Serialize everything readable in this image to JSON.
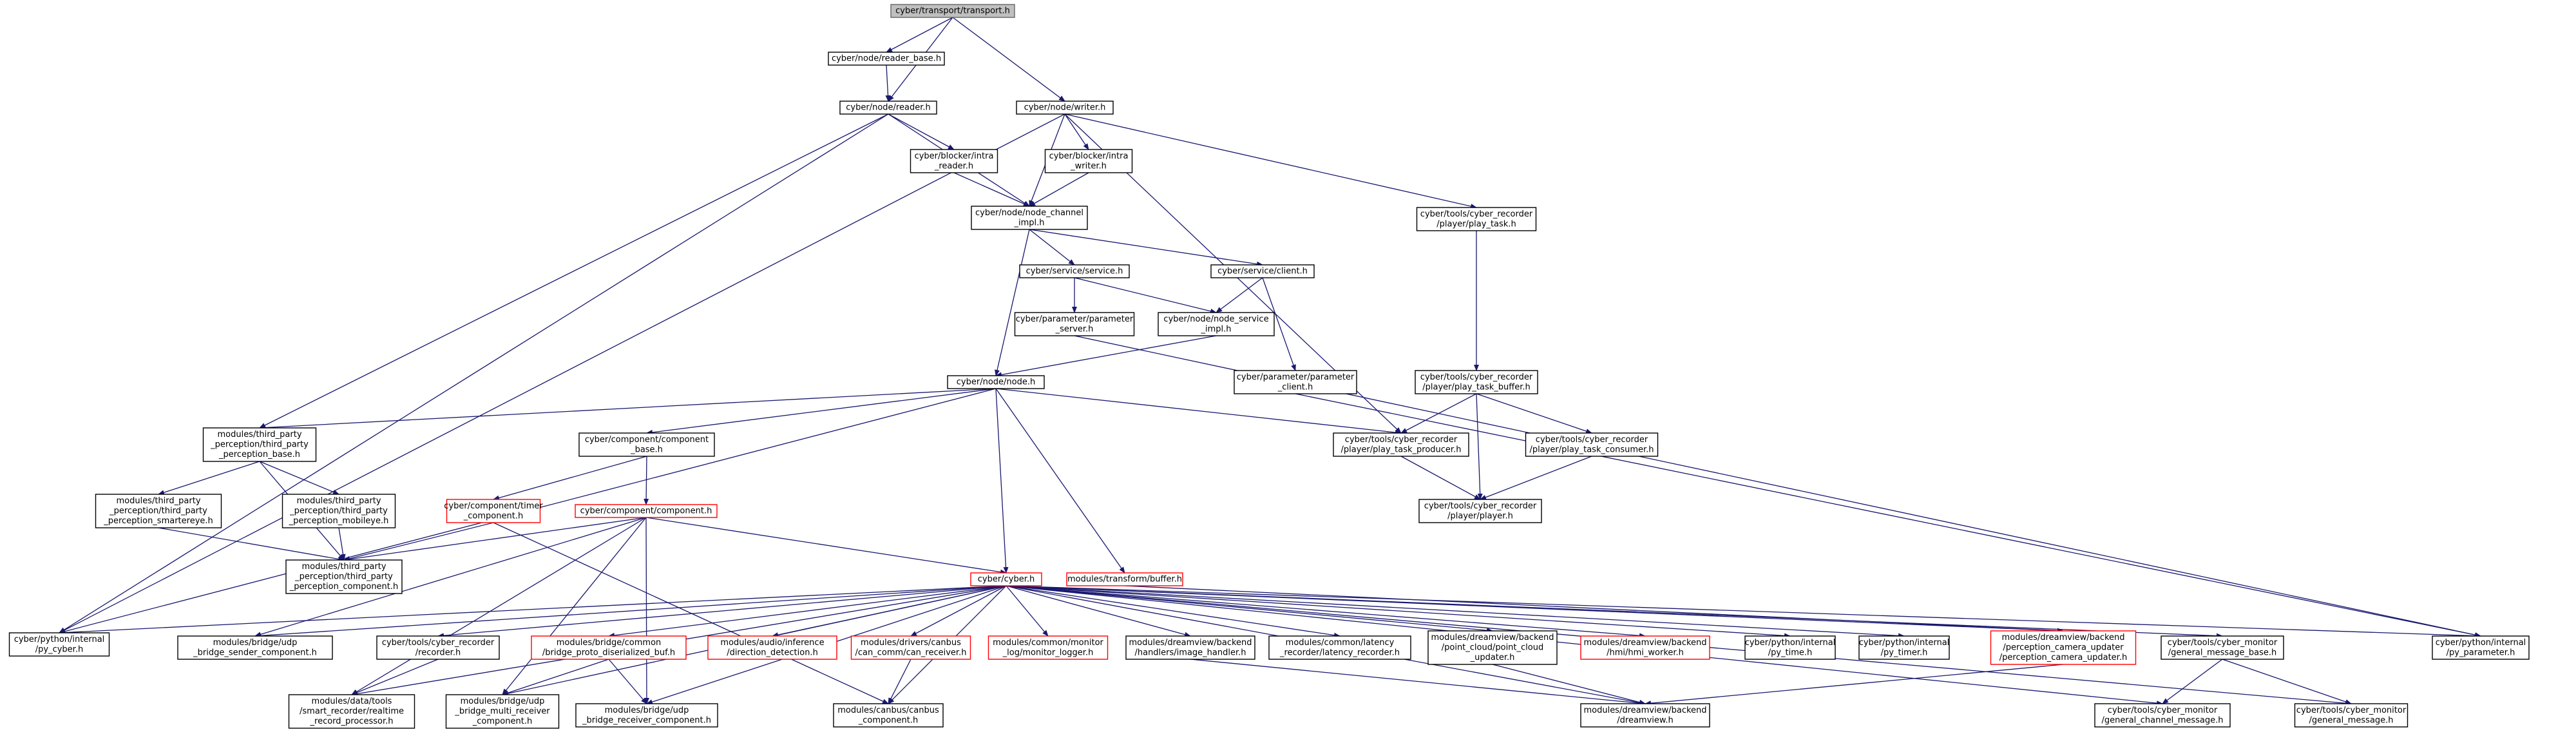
{
  "diagram": {
    "nodes": [
      {
        "id": "transport",
        "lines": [
          "cyber/transport/transport.h"
        ],
        "style": "root"
      },
      {
        "id": "reader_base",
        "lines": [
          "cyber/node/reader_base.h"
        ],
        "style": "normal"
      },
      {
        "id": "reader",
        "lines": [
          "cyber/node/reader.h"
        ],
        "style": "normal"
      },
      {
        "id": "writer",
        "lines": [
          "cyber/node/writer.h"
        ],
        "style": "normal"
      },
      {
        "id": "intra_reader",
        "lines": [
          "cyber/blocker/intra",
          "_reader.h"
        ],
        "style": "normal"
      },
      {
        "id": "intra_writer",
        "lines": [
          "cyber/blocker/intra",
          "_writer.h"
        ],
        "style": "normal"
      },
      {
        "id": "play_task",
        "lines": [
          "cyber/tools/cyber_recorder",
          "/player/play_task.h"
        ],
        "style": "normal"
      },
      {
        "id": "node_channel_impl",
        "lines": [
          "cyber/node/node_channel",
          "_impl.h"
        ],
        "style": "normal"
      },
      {
        "id": "service",
        "lines": [
          "cyber/service/service.h"
        ],
        "style": "normal"
      },
      {
        "id": "client",
        "lines": [
          "cyber/service/client.h"
        ],
        "style": "normal"
      },
      {
        "id": "param_server",
        "lines": [
          "cyber/parameter/parameter",
          "_server.h"
        ],
        "style": "normal"
      },
      {
        "id": "node_service_impl",
        "lines": [
          "cyber/node/node_service",
          "_impl.h"
        ],
        "style": "normal"
      },
      {
        "id": "param_client",
        "lines": [
          "cyber/parameter/parameter",
          "_client.h"
        ],
        "style": "normal"
      },
      {
        "id": "play_task_buffer",
        "lines": [
          "cyber/tools/cyber_recorder",
          "/player/play_task_buffer.h"
        ],
        "style": "normal"
      },
      {
        "id": "node",
        "lines": [
          "cyber/node/node.h"
        ],
        "style": "normal"
      },
      {
        "id": "tp_base",
        "lines": [
          "modules/third_party",
          "_perception/third_party",
          "_perception_base.h"
        ],
        "style": "normal"
      },
      {
        "id": "comp_base",
        "lines": [
          "cyber/component/component",
          "_base.h"
        ],
        "style": "normal"
      },
      {
        "id": "play_task_producer",
        "lines": [
          "cyber/tools/cyber_recorder",
          "/player/play_task_producer.h"
        ],
        "style": "normal"
      },
      {
        "id": "play_task_consumer",
        "lines": [
          "cyber/tools/cyber_recorder",
          "/player/play_task_consumer.h"
        ],
        "style": "normal"
      },
      {
        "id": "tp_smartereye",
        "lines": [
          "modules/third_party",
          "_perception/third_party",
          "_perception_smartereye.h"
        ],
        "style": "normal"
      },
      {
        "id": "tp_mobileye",
        "lines": [
          "modules/third_party",
          "_perception/third_party",
          "_perception_mobileye.h"
        ],
        "style": "normal"
      },
      {
        "id": "timer_component",
        "lines": [
          "cyber/component/timer",
          "_component.h"
        ],
        "style": "red"
      },
      {
        "id": "component",
        "lines": [
          "cyber/component/component.h"
        ],
        "style": "red"
      },
      {
        "id": "player",
        "lines": [
          "cyber/tools/cyber_recorder",
          "/player/player.h"
        ],
        "style": "normal"
      },
      {
        "id": "tp_component",
        "lines": [
          "modules/third_party",
          "_perception/third_party",
          "_perception_component.h"
        ],
        "style": "normal"
      },
      {
        "id": "cyber",
        "lines": [
          "cyber/cyber.h"
        ],
        "style": "red"
      },
      {
        "id": "transform_buffer",
        "lines": [
          "modules/transform/buffer.h"
        ],
        "style": "red"
      },
      {
        "id": "py_cyber",
        "lines": [
          "cyber/python/internal",
          "/py_cyber.h"
        ],
        "style": "normal"
      },
      {
        "id": "bridge_sender",
        "lines": [
          "modules/bridge/udp",
          "_bridge_sender_component.h"
        ],
        "style": "normal"
      },
      {
        "id": "recorder",
        "lines": [
          "cyber/tools/cyber_recorder",
          "/recorder.h"
        ],
        "style": "normal"
      },
      {
        "id": "proto_buf",
        "lines": [
          "modules/bridge/common",
          "/bridge_proto_diserialized_buf.h"
        ],
        "style": "red"
      },
      {
        "id": "direction_detection",
        "lines": [
          "modules/audio/inference",
          "/direction_detection.h"
        ],
        "style": "red"
      },
      {
        "id": "can_receiver",
        "lines": [
          "modules/drivers/canbus",
          "/can_comm/can_receiver.h"
        ],
        "style": "red"
      },
      {
        "id": "monitor_logger",
        "lines": [
          "modules/common/monitor",
          "_log/monitor_logger.h"
        ],
        "style": "red"
      },
      {
        "id": "image_handler",
        "lines": [
          "modules/dreamview/backend",
          "/handlers/image_handler.h"
        ],
        "style": "normal"
      },
      {
        "id": "latency_recorder",
        "lines": [
          "modules/common/latency",
          "_recorder/latency_recorder.h"
        ],
        "style": "normal"
      },
      {
        "id": "point_cloud_updater",
        "lines": [
          "modules/dreamview/backend",
          "/point_cloud/point_cloud",
          "_updater.h"
        ],
        "style": "normal"
      },
      {
        "id": "hmi_worker",
        "lines": [
          "modules/dreamview/backend",
          "/hmi/hmi_worker.h"
        ],
        "style": "red"
      },
      {
        "id": "py_time",
        "lines": [
          "cyber/python/internal",
          "/py_time.h"
        ],
        "style": "normal"
      },
      {
        "id": "py_timer",
        "lines": [
          "cyber/python/internal",
          "/py_timer.h"
        ],
        "style": "normal"
      },
      {
        "id": "camera_updater",
        "lines": [
          "modules/dreamview/backend",
          "/perception_camera_updater",
          "/perception_camera_updater.h"
        ],
        "style": "red"
      },
      {
        "id": "general_message_base",
        "lines": [
          "cyber/tools/cyber_monitor",
          "/general_message_base.h"
        ],
        "style": "normal"
      },
      {
        "id": "py_parameter",
        "lines": [
          "cyber/python/internal",
          "/py_parameter.h"
        ],
        "style": "normal"
      },
      {
        "id": "realtime_record",
        "lines": [
          "modules/data/tools",
          "/smart_recorder/realtime",
          "_record_processor.h"
        ],
        "style": "normal"
      },
      {
        "id": "multi_receiver",
        "lines": [
          "modules/bridge/udp",
          "_bridge_multi_receiver",
          "_component.h"
        ],
        "style": "normal"
      },
      {
        "id": "receiver_component",
        "lines": [
          "modules/bridge/udp",
          "_bridge_receiver_component.h"
        ],
        "style": "normal"
      },
      {
        "id": "canbus_component",
        "lines": [
          "modules/canbus/canbus",
          "_component.h"
        ],
        "style": "normal"
      },
      {
        "id": "dreamview",
        "lines": [
          "modules/dreamview/backend",
          "/dreamview.h"
        ],
        "style": "normal"
      },
      {
        "id": "general_channel_message",
        "lines": [
          "cyber/tools/cyber_monitor",
          "/general_channel_message.h"
        ],
        "style": "normal"
      },
      {
        "id": "general_message",
        "lines": [
          "cyber/tools/cyber_monitor",
          "/general_message.h"
        ],
        "style": "normal"
      }
    ],
    "edges": [
      [
        "transport",
        "reader_base"
      ],
      [
        "transport",
        "reader"
      ],
      [
        "transport",
        "writer"
      ],
      [
        "reader_base",
        "reader"
      ],
      [
        "reader",
        "intra_reader"
      ],
      [
        "reader",
        "node_channel_impl"
      ],
      [
        "reader",
        "tp_base"
      ],
      [
        "reader",
        "py_cyber"
      ],
      [
        "writer",
        "intra_writer"
      ],
      [
        "writer",
        "node_channel_impl"
      ],
      [
        "writer",
        "play_task"
      ],
      [
        "writer",
        "play_task_producer"
      ],
      [
        "writer",
        "py_cyber"
      ],
      [
        "intra_reader",
        "node_channel_impl"
      ],
      [
        "intra_writer",
        "node_channel_impl"
      ],
      [
        "node_channel_impl",
        "service"
      ],
      [
        "node_channel_impl",
        "client"
      ],
      [
        "node_channel_impl",
        "node"
      ],
      [
        "service",
        "param_server"
      ],
      [
        "service",
        "node_service_impl"
      ],
      [
        "client",
        "node_service_impl"
      ],
      [
        "client",
        "param_client"
      ],
      [
        "node_service_impl",
        "node"
      ],
      [
        "param_server",
        "py_parameter"
      ],
      [
        "param_client",
        "py_parameter"
      ],
      [
        "play_task",
        "play_task_buffer"
      ],
      [
        "play_task_buffer",
        "play_task_producer"
      ],
      [
        "play_task_buffer",
        "play_task_consumer"
      ],
      [
        "play_task_buffer",
        "player"
      ],
      [
        "play_task_producer",
        "player"
      ],
      [
        "play_task_consumer",
        "player"
      ],
      [
        "node",
        "tp_base"
      ],
      [
        "node",
        "comp_base"
      ],
      [
        "node",
        "play_task_producer"
      ],
      [
        "node",
        "cyber"
      ],
      [
        "node",
        "transform_buffer"
      ],
      [
        "node",
        "py_cyber"
      ],
      [
        "tp_base",
        "tp_smartereye"
      ],
      [
        "tp_base",
        "tp_mobileye"
      ],
      [
        "tp_base",
        "tp_component"
      ],
      [
        "tp_smartereye",
        "tp_component"
      ],
      [
        "tp_mobileye",
        "tp_component"
      ],
      [
        "comp_base",
        "timer_component"
      ],
      [
        "comp_base",
        "component"
      ],
      [
        "timer_component",
        "tp_component"
      ],
      [
        "timer_component",
        "canbus_component"
      ],
      [
        "component",
        "tp_component"
      ],
      [
        "component",
        "cyber"
      ],
      [
        "component",
        "bridge_sender"
      ],
      [
        "component",
        "realtime_record"
      ],
      [
        "component",
        "multi_receiver"
      ],
      [
        "component",
        "receiver_component"
      ],
      [
        "transform_buffer",
        "camera_updater"
      ],
      [
        "cyber",
        "py_cyber"
      ],
      [
        "cyber",
        "bridge_sender"
      ],
      [
        "cyber",
        "recorder"
      ],
      [
        "cyber",
        "proto_buf"
      ],
      [
        "cyber",
        "direction_detection"
      ],
      [
        "cyber",
        "can_receiver"
      ],
      [
        "cyber",
        "monitor_logger"
      ],
      [
        "cyber",
        "image_handler"
      ],
      [
        "cyber",
        "latency_recorder"
      ],
      [
        "cyber",
        "point_cloud_updater"
      ],
      [
        "cyber",
        "hmi_worker"
      ],
      [
        "cyber",
        "py_time"
      ],
      [
        "cyber",
        "py_timer"
      ],
      [
        "cyber",
        "camera_updater"
      ],
      [
        "cyber",
        "general_message_base"
      ],
      [
        "cyber",
        "py_parameter"
      ],
      [
        "cyber",
        "realtime_record"
      ],
      [
        "cyber",
        "multi_receiver"
      ],
      [
        "cyber",
        "receiver_component"
      ],
      [
        "cyber",
        "canbus_component"
      ],
      [
        "cyber",
        "dreamview"
      ],
      [
        "cyber",
        "general_channel_message"
      ],
      [
        "cyber",
        "general_message"
      ],
      [
        "recorder",
        "realtime_record"
      ],
      [
        "proto_buf",
        "multi_receiver"
      ],
      [
        "proto_buf",
        "receiver_component"
      ],
      [
        "can_receiver",
        "canbus_component"
      ],
      [
        "image_handler",
        "dreamview"
      ],
      [
        "point_cloud_updater",
        "dreamview"
      ],
      [
        "camera_updater",
        "dreamview"
      ],
      [
        "general_message_base",
        "general_channel_message"
      ],
      [
        "general_message_base",
        "general_message"
      ]
    ]
  }
}
